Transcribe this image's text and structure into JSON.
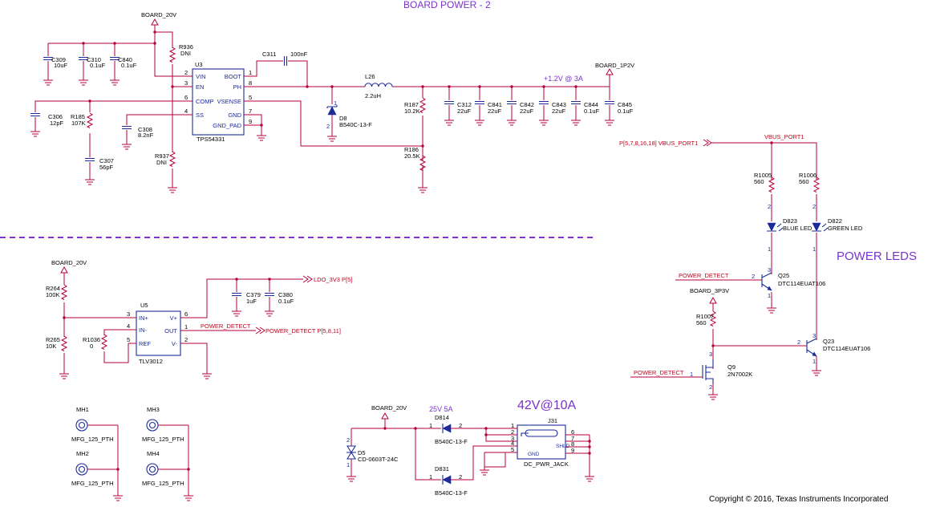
{
  "title_top": "BOARD POWER - 2",
  "title_leds": "POWER  LEDS",
  "title_42v": "42V@10A",
  "title_25v": "25V 5A",
  "rail_1p2": "+1.2V @ 3A",
  "copyright": "Copyright © 2016, Texas Instruments Incorporated",
  "nets": {
    "board_20v_a": "BOARD_20V",
    "board_20v_b": "BOARD_20V",
    "board_20v_c": "BOARD_20V",
    "board_1p2v": "BOARD_1P2V",
    "vbus_port1": "VBUS_PORT1",
    "vbus_port1_ref": "P[5,7,8,16,18]  VBUS_PORT1",
    "board_3p3v": "BOARD_3P3V",
    "power_detect_a": "POWER_DETECT",
    "power_detect_b": "POWER_DETECT",
    "power_detect_c": "POWER_DETECT",
    "power_detect_out": "POWER_DETECT  P[5,8,11]",
    "ldo_3v3": "LDO_3V3  P[5]"
  },
  "u3": {
    "ref": "U3",
    "part": "TPS54331",
    "pins_left": [
      {
        "num": "2",
        "name": "VIN"
      },
      {
        "num": "3",
        "name": "EN"
      },
      {
        "num": "6",
        "name": "COMP"
      },
      {
        "num": "4",
        "name": "SS"
      }
    ],
    "pins_right": [
      {
        "num": "1",
        "name": "BOOT"
      },
      {
        "num": "8",
        "name": "PH"
      },
      {
        "num": "5",
        "name": "VSENSE"
      },
      {
        "num": "7",
        "name": "GND"
      },
      {
        "num": "9",
        "name": "GND_PAD"
      }
    ]
  },
  "u5": {
    "ref": "U5",
    "part": "TLV3012",
    "pins_left": [
      {
        "num": "3",
        "name": "IN+"
      },
      {
        "num": "4",
        "name": "IN-"
      },
      {
        "num": "5",
        "name": "REF"
      }
    ],
    "pins_right": [
      {
        "num": "6",
        "name": "V+"
      },
      {
        "num": "1",
        "name": "OUT"
      },
      {
        "num": "2",
        "name": "V-"
      }
    ]
  },
  "j31": {
    "ref": "J31",
    "part": "DC_PWR_JACK",
    "pins": [
      "1",
      "2",
      "3",
      "4",
      "5",
      "6",
      "7",
      "8",
      "9"
    ],
    "labels": {
      "shld": "SHLD",
      "gnd": "GND"
    }
  },
  "caps": {
    "c309": [
      "C309",
      "10uF"
    ],
    "c310": [
      "C310",
      "0.1uF"
    ],
    "c840": [
      "C840",
      "0.1uF"
    ],
    "c311": [
      "C311",
      "100nF"
    ],
    "c306": [
      "C306",
      "12pF"
    ],
    "c307": [
      "C307",
      "56pF"
    ],
    "c308": [
      "C308",
      "8.2nF"
    ],
    "c312": [
      "C312",
      "22uF"
    ],
    "c841": [
      "C841",
      "22uF"
    ],
    "c842": [
      "C842",
      "22uF"
    ],
    "c843": [
      "C843",
      "22uF"
    ],
    "c844": [
      "C844",
      "0.1uF"
    ],
    "c845": [
      "C845",
      "0.1uF"
    ],
    "c379": [
      "C379",
      "1uF"
    ],
    "c380": [
      "C380",
      "0.1uF"
    ]
  },
  "res": {
    "r936": [
      "R936",
      "DNI"
    ],
    "r185": [
      "R185",
      "107K"
    ],
    "r937": [
      "R937",
      "DNI"
    ],
    "r187": [
      "R187",
      "10.2K"
    ],
    "r186": [
      "R186",
      "20.5K"
    ],
    "r264": [
      "R264",
      "100K"
    ],
    "r265": [
      "R265",
      "10K"
    ],
    "r1036": [
      "R1036",
      "0"
    ],
    "r1005": [
      "R1005",
      "560"
    ],
    "r1006": [
      "R1006",
      "560"
    ],
    "r1007": [
      "R1007",
      "560"
    ]
  },
  "l26": [
    "L26",
    "2.2uH"
  ],
  "diodes": {
    "d8": [
      "D8",
      "B540C-13-F"
    ],
    "d814": [
      "D814",
      "B540C-13-F"
    ],
    "d831": [
      "D831",
      "B540C-13-F"
    ],
    "d5": [
      "D5",
      "CD-0603T-24C"
    ],
    "d823": [
      "D823",
      "BLUE LED"
    ],
    "d822": [
      "D822",
      "GREEN LED"
    ]
  },
  "transistors": {
    "q25": [
      "Q25",
      "DTC114EUAT106"
    ],
    "q23": [
      "Q23",
      "DTC114EUAT106"
    ],
    "q9": [
      "Q9",
      "2N7002K"
    ]
  },
  "mh": {
    "mh1": [
      "MH1",
      "MFG_125_PTH"
    ],
    "mh2": [
      "MH2",
      "MFG_125_PTH"
    ],
    "mh3": [
      "MH3",
      "MFG_125_PTH"
    ],
    "mh4": [
      "MH4",
      "MFG_125_PTH"
    ]
  },
  "pinnums": {
    "one": "1",
    "two": "2",
    "three": "3"
  }
}
